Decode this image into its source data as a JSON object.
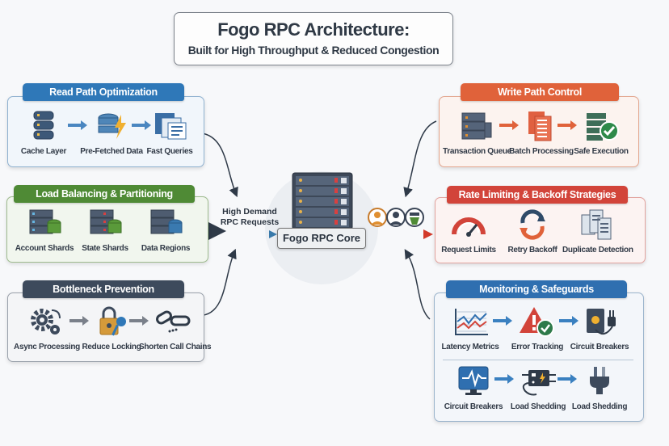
{
  "header": {
    "title": "Fogo RPC Architecture:",
    "subtitle": "Built for High Throughput & Reduced Congestion"
  },
  "core": {
    "label": "Fogo RPC Core",
    "incoming_label_line1": "High Demand",
    "incoming_label_line2": "RPC Requests"
  },
  "panels": {
    "read": {
      "title": "Read Path Optimization",
      "color": "#2f78b8",
      "items": [
        "Cache Layer",
        "Pre-Fetched Data",
        "Fast Queries"
      ]
    },
    "load": {
      "title": "Load Balancing & Partitioning",
      "color": "#4f8a35",
      "items": [
        "Account Shards",
        "State Shards",
        "Data Regions"
      ]
    },
    "bottleneck": {
      "title": "Bottleneck Prevention",
      "color": "#3d4a5c",
      "items": [
        "Async Processing",
        "Reduce Locking",
        "Shorten Call Chains"
      ]
    },
    "write": {
      "title": "Write Path Control",
      "color": "#e0623a",
      "items": [
        "Transaction Queue",
        "Batch Processing",
        "Safe Execution"
      ]
    },
    "rate": {
      "title": "Rate Limiting & Backoff Strategies",
      "color": "#d2443a",
      "items": [
        "Request Limits",
        "Retry Backoff",
        "Duplicate Detection"
      ]
    },
    "monitor": {
      "title": "Monitoring & Safeguards",
      "color": "#2f6fb0",
      "items": [
        "Latency Metrics",
        "Error Tracking",
        "Circuit Breakers"
      ],
      "items2": [
        "Circuit Breakers",
        "Load Shedding",
        "Load Shedding"
      ]
    }
  }
}
